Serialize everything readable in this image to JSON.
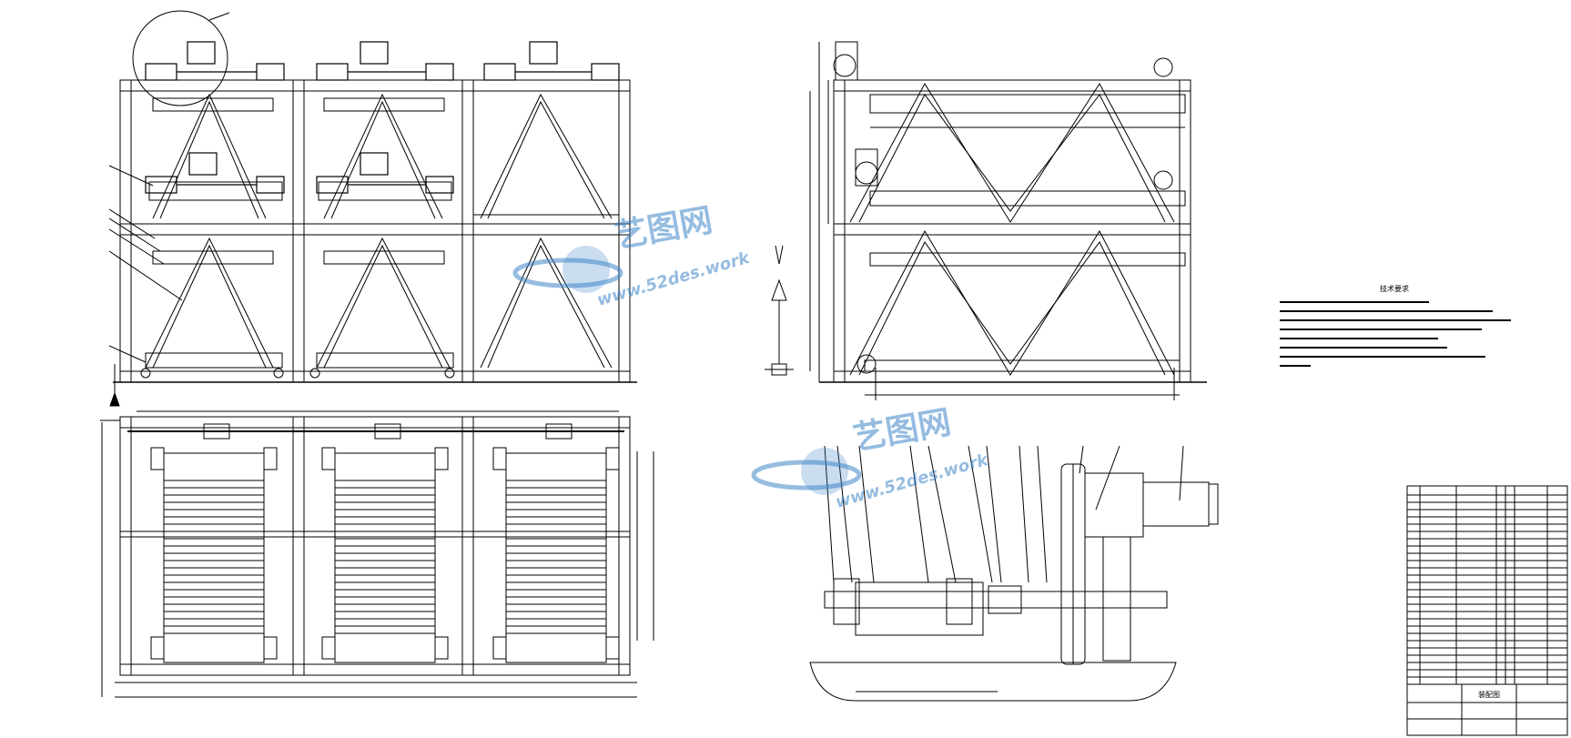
{
  "colors": {
    "paper": "#ffffff",
    "line": "#000000",
    "watermark": "#3f86c8",
    "watermark_light": "#bcd8ef"
  },
  "watermarks": [
    {
      "brand": "艺图网",
      "url": "www.52des.work"
    },
    {
      "brand": "艺图网",
      "url": "www.52des.work"
    }
  ],
  "notes": {
    "title": "技术要求"
  },
  "title_block": {
    "drawing_title": "装配图"
  },
  "icons": [
    "watermark-globe-icon",
    "north-arrow-icon"
  ]
}
